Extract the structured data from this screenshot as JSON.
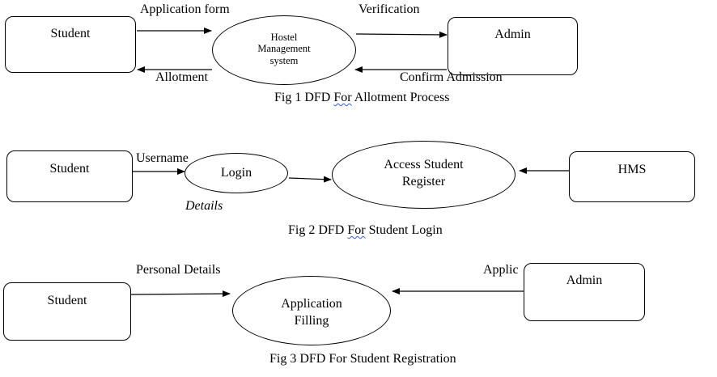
{
  "fig1": {
    "student": "Student",
    "system_line1": "Hostel",
    "system_line2": "Management",
    "system_line3": "system",
    "admin": "Admin",
    "flow_application_form": "Application form",
    "flow_verification": "Verification",
    "flow_allotment": "Allotment",
    "flow_confirm_admission": "Confirm Admission",
    "caption_pre": "Fig 1 DFD ",
    "caption_squiggle": "For",
    "caption_post": " Allotment Process"
  },
  "fig2": {
    "student": "Student",
    "login": "Login",
    "access_line1": "Access Student",
    "access_line2": "Register",
    "hms": "HMS",
    "flow_username": "Username",
    "flow_details": "Details",
    "caption_pre": "Fig 2 DFD ",
    "caption_squiggle": "For",
    "caption_post": " Student Login"
  },
  "fig3": {
    "student": "Student",
    "process_line1": "Application",
    "process_line2": "Filling",
    "admin": "Admin",
    "flow_personal_details": "Personal Details",
    "flow_applic": "Applic",
    "caption": "Fig 3 DFD For Student Registration"
  }
}
